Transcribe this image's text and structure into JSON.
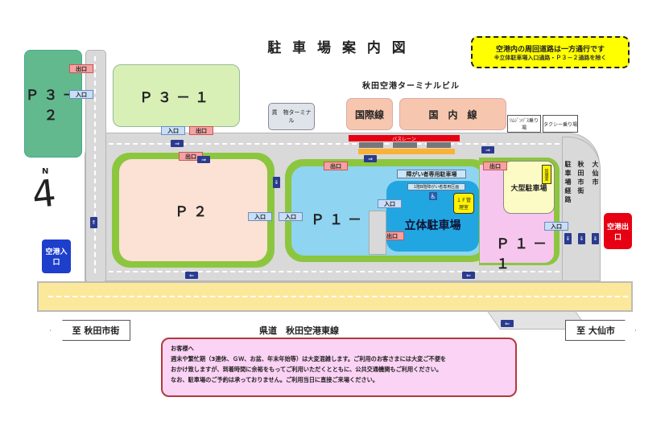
{
  "title": "駐 車 場 案 内 図",
  "notice_top": {
    "line1": "空港内の周回道路は一方通行です",
    "line2": "※立体駐車場入口通路・Ｐ３－２通路を除く"
  },
  "terminal": {
    "name": "秋田空港ターミナルビル",
    "international": "国際線",
    "domestic": "国　内　線",
    "limousine": "ﾘﾑｼﾞﾝﾊﾞｽ乗り場",
    "taxi": "タクシー乗り場",
    "bus_lane": "バスレーン"
  },
  "cargo": "貨　物ターミナル",
  "lots": {
    "p3_2": "Ｐ３－２",
    "p3_1": "Ｐ３－１",
    "p2": "Ｐ２",
    "p1_2": "Ｐ１－２",
    "p1_1": "Ｐ１－１",
    "multistory": "立体駐車場",
    "large": "大型駐車場",
    "office_1f": "１Ｆ管理室",
    "office": "管理室",
    "disabled": "障がい者専用駐車場",
    "disabled_1f": "1階B階障がい者専用区画"
  },
  "labels": {
    "entrance": "入口",
    "exit": "出口"
  },
  "road_labels": {
    "parking_route": "駐車場経路",
    "to_akita": "秋田市街",
    "to_daisen": "大仙市"
  },
  "airport_entrance": "空港入口",
  "airport_exit": "空港出口",
  "north": "N",
  "bottom": {
    "left": "至 秋田市街",
    "right": "至 大仙市",
    "road": "県道　秋田空港東線"
  },
  "notice": {
    "title": "お客様へ",
    "line1": "週末や繁忙期（3連休、ＧＷ、お盆、年末年始等）は大変混雑します。ご利用のお客さまには大変ご不便を",
    "line2": "おかけ致しますが、到着時間に余裕をもってご利用いただくとともに、公共交通機関もご利用ください。",
    "line3": "なお、駐車場のご予約は承っておりません。ご利用当日に直接ご来場ください。"
  },
  "colors": {
    "p3_2": "#62b98e",
    "p3_1": "#d8efb6",
    "p2": "#fbe2d4",
    "p1_2": "#8fd4f1",
    "multistory": "#22a6e2",
    "p1_1": "#f6c6ee",
    "green_border": "#8cc63f",
    "highway": "#fbe89a"
  }
}
